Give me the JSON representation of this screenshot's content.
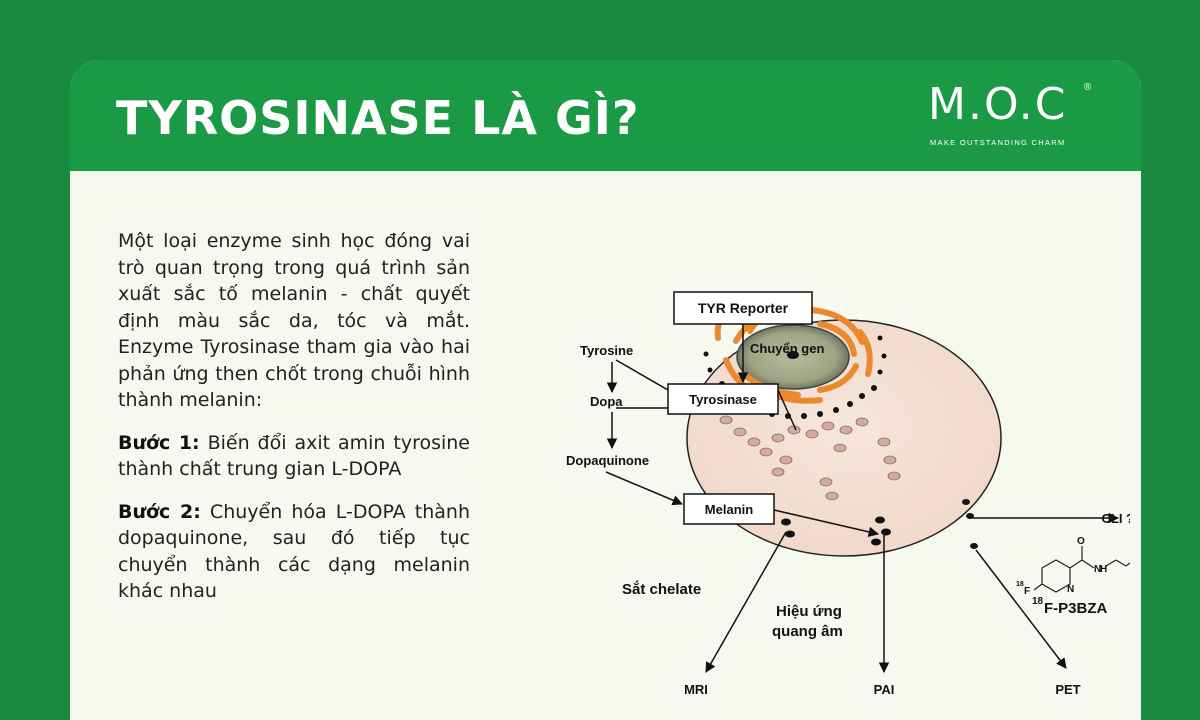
{
  "header": {
    "title": "TYROSINASE LÀ GÌ?",
    "logo_text": "M.O.C",
    "logo_registered": "®",
    "logo_tagline": "MAKE OUTSTANDING CHARM",
    "background_color": "#1a9a45"
  },
  "content": {
    "intro": "Một loại enzyme sinh học đóng vai trò quan trọng trong quá trình sản xuất sắc tố melanin - chất quyết định màu sắc da, tóc và mắt. Enzyme Tyrosinase tham gia vào hai phản ứng then chốt trong chuỗi hình thành melanin:",
    "step1_label": "Bước 1:",
    "step1_text": " Biến đổi axit amin tyrosine thành chất trung gian L-DOPA",
    "step2_label": "Bước 2:",
    "step2_text": " Chuyển hóa L-DOPA thành dopaquinone, sau đó tiếp tục chuyển thành các dạng melanin khác nhau"
  },
  "diagram": {
    "tyr_reporter": "TYR Reporter",
    "chuyen_gen": "Chuyển gen",
    "tyrosine": "Tyrosine",
    "dopa": "Dopa",
    "tyrosinase": "Tyrosinase",
    "dopaquinone": "Dopaquinone",
    "melanin": "Melanin",
    "cli": "CLI ?",
    "sat_chelate": "Sắt chelate",
    "hieu_ung_1": "Hiệu ứng",
    "hieu_ung_2": "quang âm",
    "probe_superscript": "18",
    "probe_name": "F-P3BZA",
    "struct_f_sup": "18",
    "struct_f": "F",
    "struct_n1": "N",
    "struct_n2": "N",
    "struct_nh": "H",
    "struct_o": "O",
    "mri": "MRI",
    "pai": "PAI",
    "pet": "PET"
  }
}
